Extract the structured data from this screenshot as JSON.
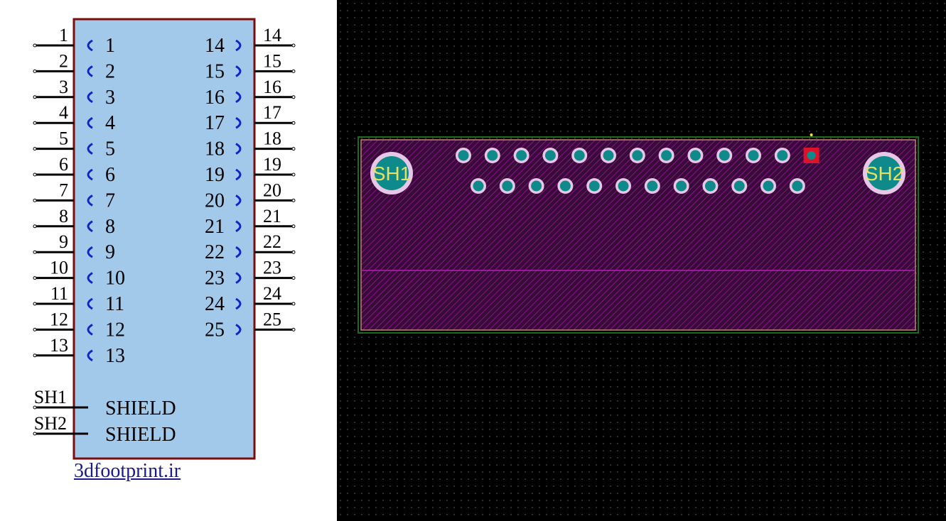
{
  "schematic": {
    "component_body_color": "#a3c9ea",
    "component_outline_color": "#7b0d0d",
    "pin_line_color": "#000000",
    "pin_clock_color": "#1024c8",
    "left_pins": [
      {
        "number": "1",
        "name": "1"
      },
      {
        "number": "2",
        "name": "2"
      },
      {
        "number": "3",
        "name": "3"
      },
      {
        "number": "4",
        "name": "4"
      },
      {
        "number": "5",
        "name": "5"
      },
      {
        "number": "6",
        "name": "6"
      },
      {
        "number": "7",
        "name": "7"
      },
      {
        "number": "8",
        "name": "8"
      },
      {
        "number": "9",
        "name": "9"
      },
      {
        "number": "10",
        "name": "10"
      },
      {
        "number": "11",
        "name": "11"
      },
      {
        "number": "12",
        "name": "12"
      },
      {
        "number": "13",
        "name": "13"
      }
    ],
    "right_pins": [
      {
        "number": "14",
        "name": "14"
      },
      {
        "number": "15",
        "name": "15"
      },
      {
        "number": "16",
        "name": "16"
      },
      {
        "number": "17",
        "name": "17"
      },
      {
        "number": "18",
        "name": "18"
      },
      {
        "number": "19",
        "name": "19"
      },
      {
        "number": "20",
        "name": "20"
      },
      {
        "number": "21",
        "name": "21"
      },
      {
        "number": "22",
        "name": "22"
      },
      {
        "number": "23",
        "name": "23"
      },
      {
        "number": "24",
        "name": "24"
      },
      {
        "number": "25",
        "name": "25"
      }
    ],
    "shield_pins": [
      {
        "number": "SH1",
        "name": "SHIELD"
      },
      {
        "number": "SH2",
        "name": "SHIELD"
      }
    ],
    "link_text": "3dfootprint.ir"
  },
  "pcb": {
    "board_fill_color": "#3a0a3a",
    "hatch_color": "#b020b0",
    "outline_color": "#1f6a1f",
    "pad_color": "#0e8a8a",
    "pad_ring_color": "#e6c8e6",
    "pin1_marker_color": "#e0102a",
    "label_color": "#e8e060",
    "top_row_pad_count": 13,
    "bottom_row_pad_count": 12,
    "mount_labels": [
      "SH1",
      "SH2"
    ]
  }
}
